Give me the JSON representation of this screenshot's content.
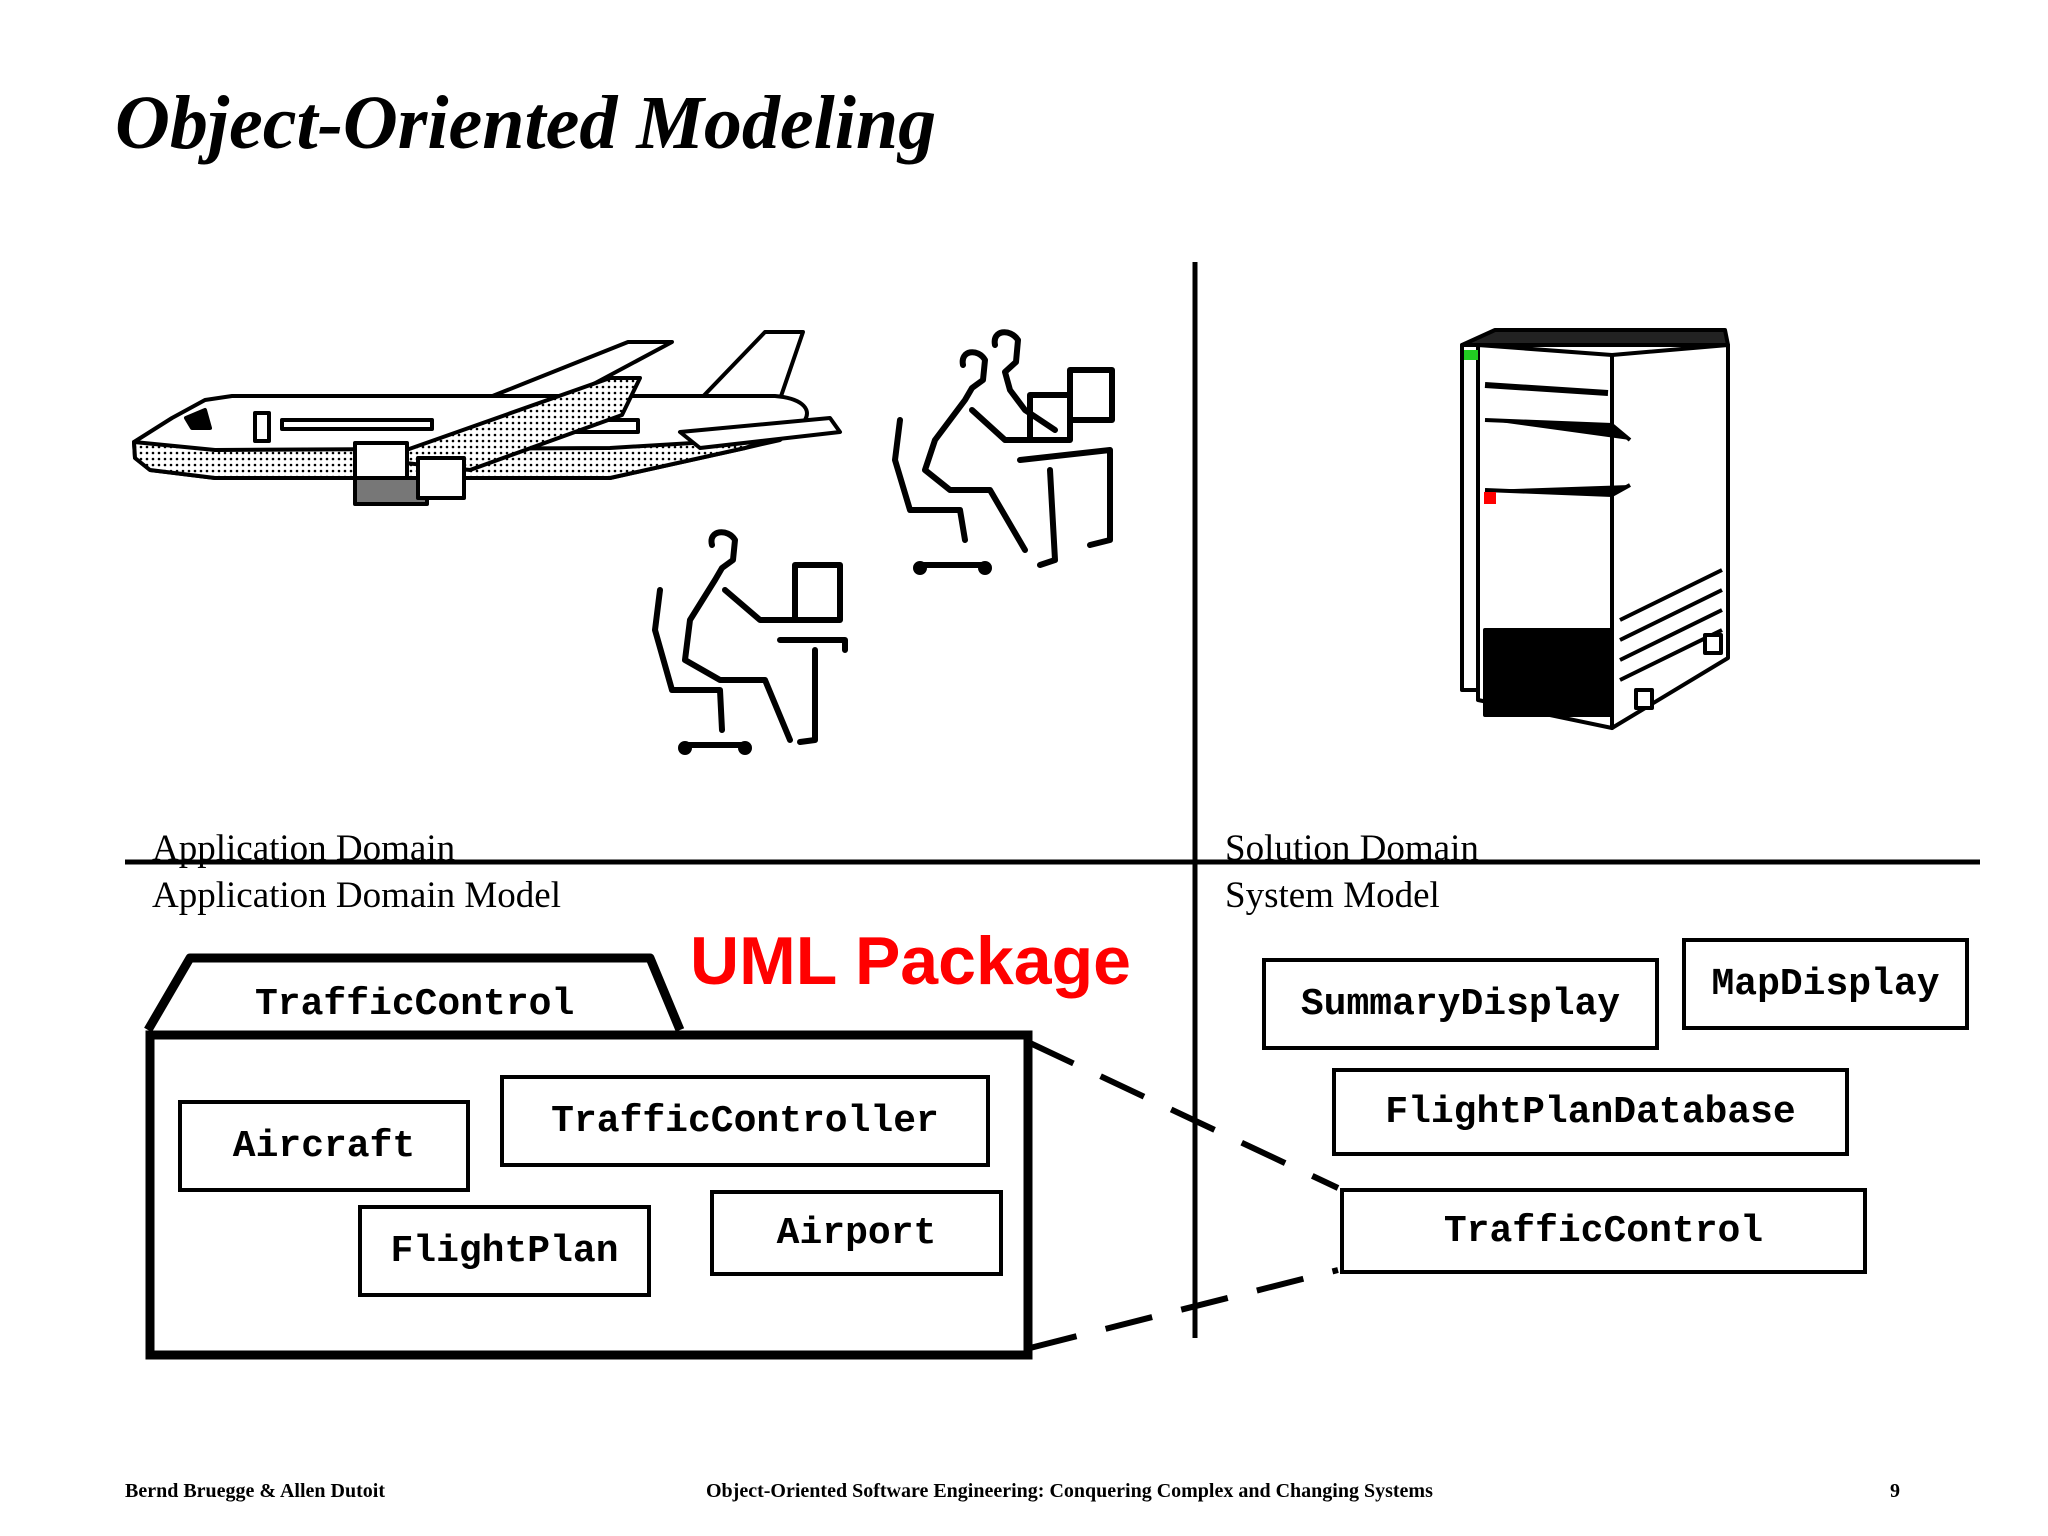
{
  "title": "Object-Oriented Modeling",
  "labels": {
    "app_domain": "Application Domain",
    "app_model": "Application Domain Model",
    "sol_domain": "Solution Domain",
    "sys_model": "System Model",
    "uml_package": "UML Package"
  },
  "package": {
    "name": "TrafficControl",
    "classes": [
      "Aircraft",
      "TrafficController",
      "FlightPlan",
      "Airport"
    ]
  },
  "system_classes": [
    "SummaryDisplay",
    "MapDisplay",
    "FlightPlanDatabase",
    "TrafficControl"
  ],
  "colors": {
    "uml_tag": "#ff0000",
    "server_green": "#22cc22",
    "server_red": "#ff0000"
  },
  "icons": [
    "airplane-icon",
    "air-traffic-controllers-icon",
    "controller-workstation-icon",
    "server-tower-icon"
  ],
  "footer": {
    "authors": "Bernd Bruegge & Allen Dutoit",
    "book": "Object-Oriented Software Engineering: Conquering Complex and Changing Systems",
    "page": "9"
  }
}
